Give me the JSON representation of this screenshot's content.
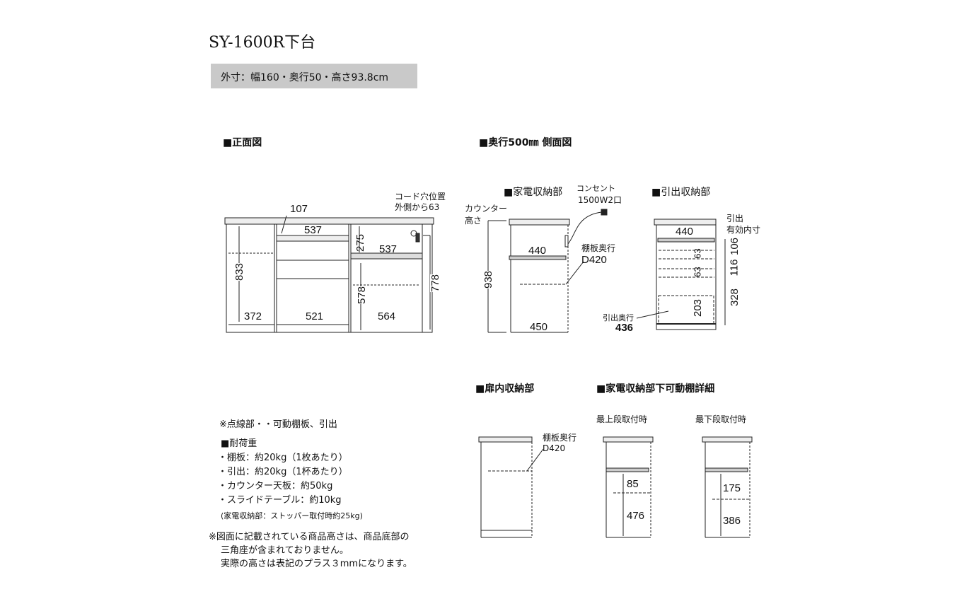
{
  "title": "SY-1600R下台",
  "spec": "外寸：幅160・奥行50・高さ93.8cm",
  "headings": {
    "front": "■正面図",
    "side": "■奥行500㎜ 側面図",
    "appliance": "■家電収納部",
    "drawer": "■引出収納部",
    "door": "■扉内収納部",
    "shelf_detail": "■家電収納部下可動棚詳細",
    "top_mount": "最上段取付時",
    "bottom_mount": "最下段取付時"
  },
  "front": {
    "cord1": "コード穴位置",
    "cord2": "外側から63",
    "d107": "107",
    "d537a": "537",
    "d275": "275",
    "d537b": "537",
    "d833": "833",
    "d778": "778",
    "d578": "578",
    "d372": "372",
    "d521": "521",
    "d564": "564"
  },
  "side": {
    "outlet1": "コンセント",
    "outlet2": "1500W2口",
    "counter1": "カウンター",
    "counter2": "高さ",
    "d938": "938",
    "d440": "440",
    "shelf1": "棚板奥行",
    "shelf2": "D420",
    "d450": "450"
  },
  "drawer": {
    "eff1": "引出",
    "eff2": "有効内寸",
    "d440": "440",
    "d63a": "63",
    "d63b": "63",
    "d203": "203",
    "d106": "106",
    "d116": "116",
    "d328": "328",
    "depth1": "引出奥行",
    "depth2": "436"
  },
  "door": {
    "shelf1": "棚板奥行",
    "shelf2": "D420"
  },
  "detail": {
    "d85": "85",
    "d476": "476",
    "d175": "175",
    "d386": "386"
  },
  "notes": {
    "dotted": "※点線部・・可動棚板、引出",
    "load": "■耐荷重",
    "items": [
      "・棚板：約20kg（1枚あたり）",
      "・引出：約20kg（1杯あたり）",
      "・カウンター天板：約50kg",
      "・スライドテーブル：約10kg"
    ],
    "stopper": "(家電収納部：ストッパー取付時約25kg)",
    "f1": "※図面に記載されている商品高さは、商品底部の",
    "f2": "三角座が含まれておりません。",
    "f3": "実際の高さは表記のプラス３mmになります。"
  }
}
